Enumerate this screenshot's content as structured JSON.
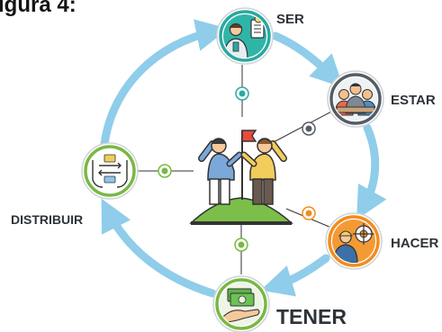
{
  "figure": {
    "title": "igura 4:"
  },
  "cycle": {
    "arrow_color": "#8fcdea",
    "nodes": [
      {
        "key": "ser",
        "label": "SER",
        "ring_color": "#29a9a0",
        "icon": "person-with-documents-icon"
      },
      {
        "key": "estar",
        "label": "ESTAR",
        "ring_color": "#555c66",
        "icon": "group-of-people-icon"
      },
      {
        "key": "hacer",
        "label": "HACER",
        "ring_color": "#f28c1e",
        "icon": "worker-with-gears-icon"
      },
      {
        "key": "tener",
        "label": "TENER",
        "ring_color": "#79b843",
        "icon": "money-in-hand-icon"
      },
      {
        "key": "distribuir",
        "label": "DISTRIBUIR",
        "ring_color": "#79b843",
        "icon": "exchange-hands-icon"
      }
    ]
  },
  "center": {
    "icon": "two-people-flag-summit-icon"
  }
}
